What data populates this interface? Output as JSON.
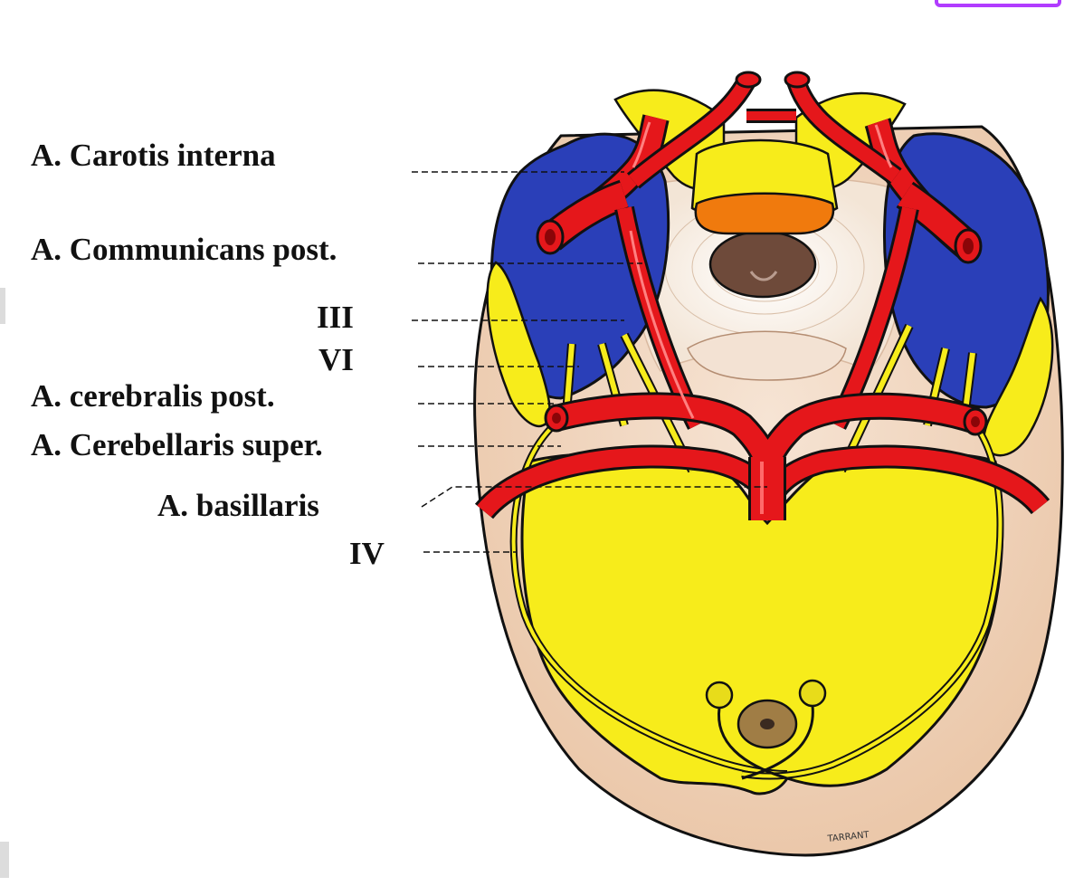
{
  "labels": {
    "carotis_interna": "A. Carotis interna",
    "communicans_post": "A. Communicans post.",
    "nerve_iii": "III",
    "nerve_vi": "VI",
    "cerebralis_post": "A. cerebralis post.",
    "cerebellaris_super": "A. Cerebellaris super.",
    "basillaris": "A. basillaris",
    "nerve_iv": "IV"
  },
  "signature": "TARRANT",
  "colors": {
    "artery": "#e5171b",
    "artery_dark": "#a60d10",
    "nerve_yellow": "#f7ec1b",
    "temporal_blue": "#2a3fb8",
    "dura": "#efcfb5",
    "accent_purple": "#b13cff"
  }
}
